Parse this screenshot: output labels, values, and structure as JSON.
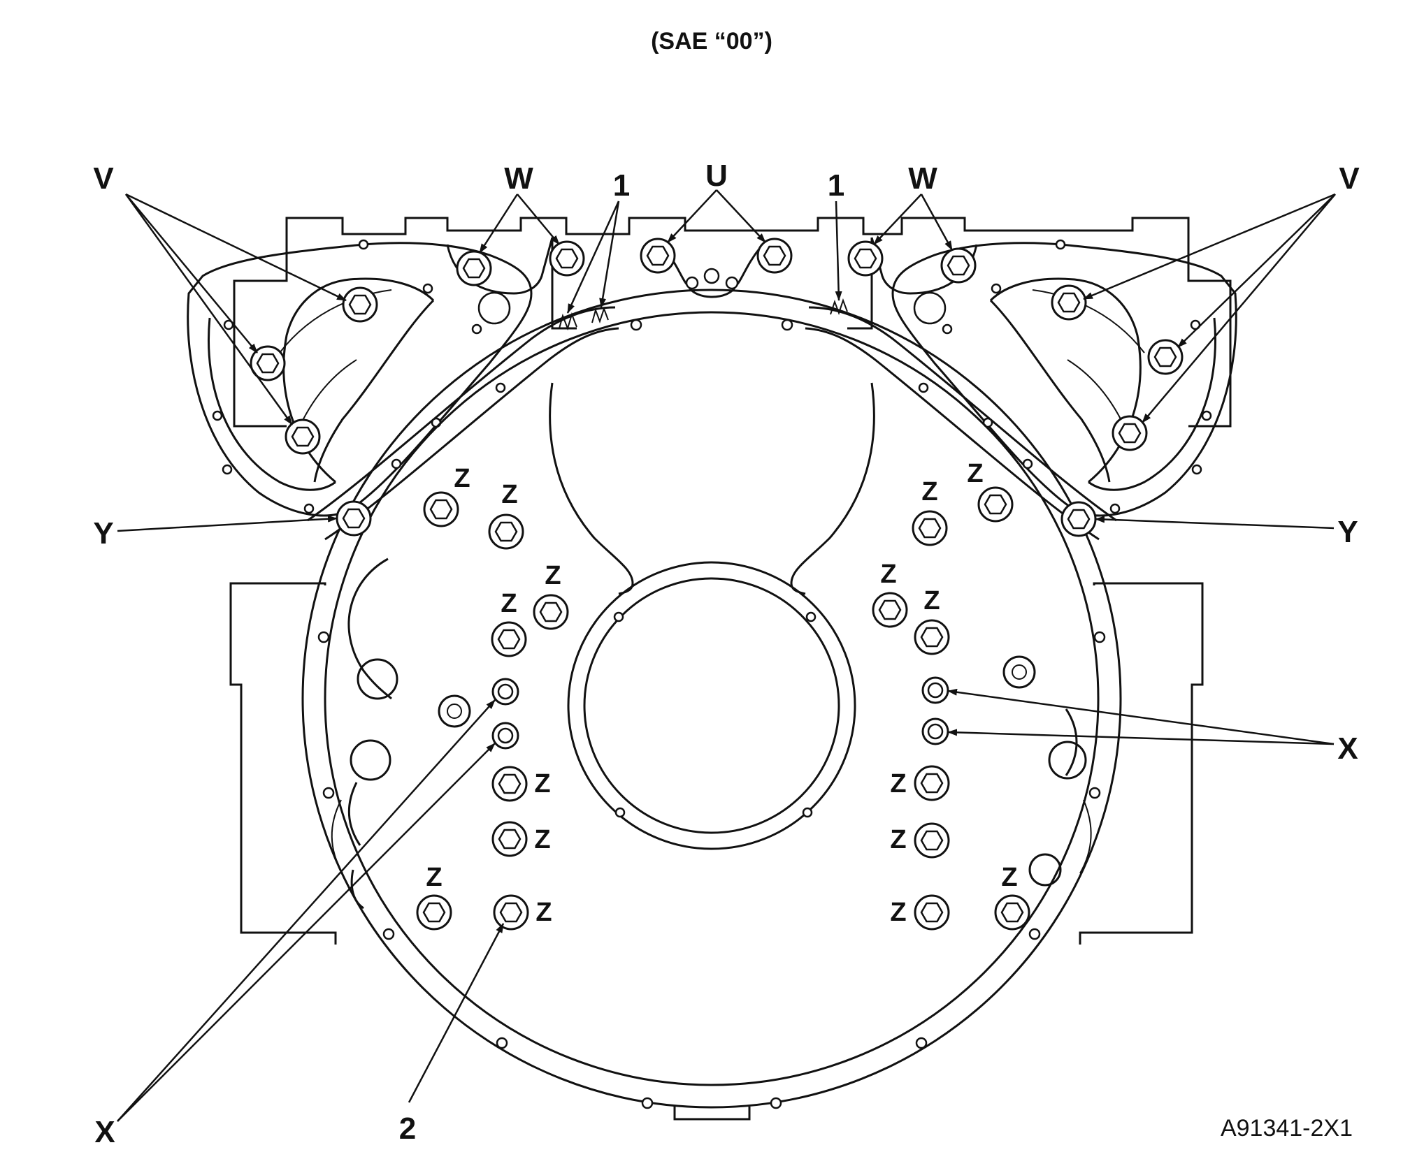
{
  "title": "(SAE “00”)",
  "figure_id": "A91341-2X1",
  "callouts": {
    "v_left": "V",
    "v_right": "V",
    "w_left": "W",
    "w_right": "W",
    "one_left": "1",
    "one_right": "1",
    "u": "U",
    "y_left": "Y",
    "y_right": "Y",
    "x_left": "X",
    "x_right": "X",
    "two": "2"
  },
  "bolt_label": "Z",
  "colors": {
    "line": "#111111",
    "background": "#ffffff"
  }
}
